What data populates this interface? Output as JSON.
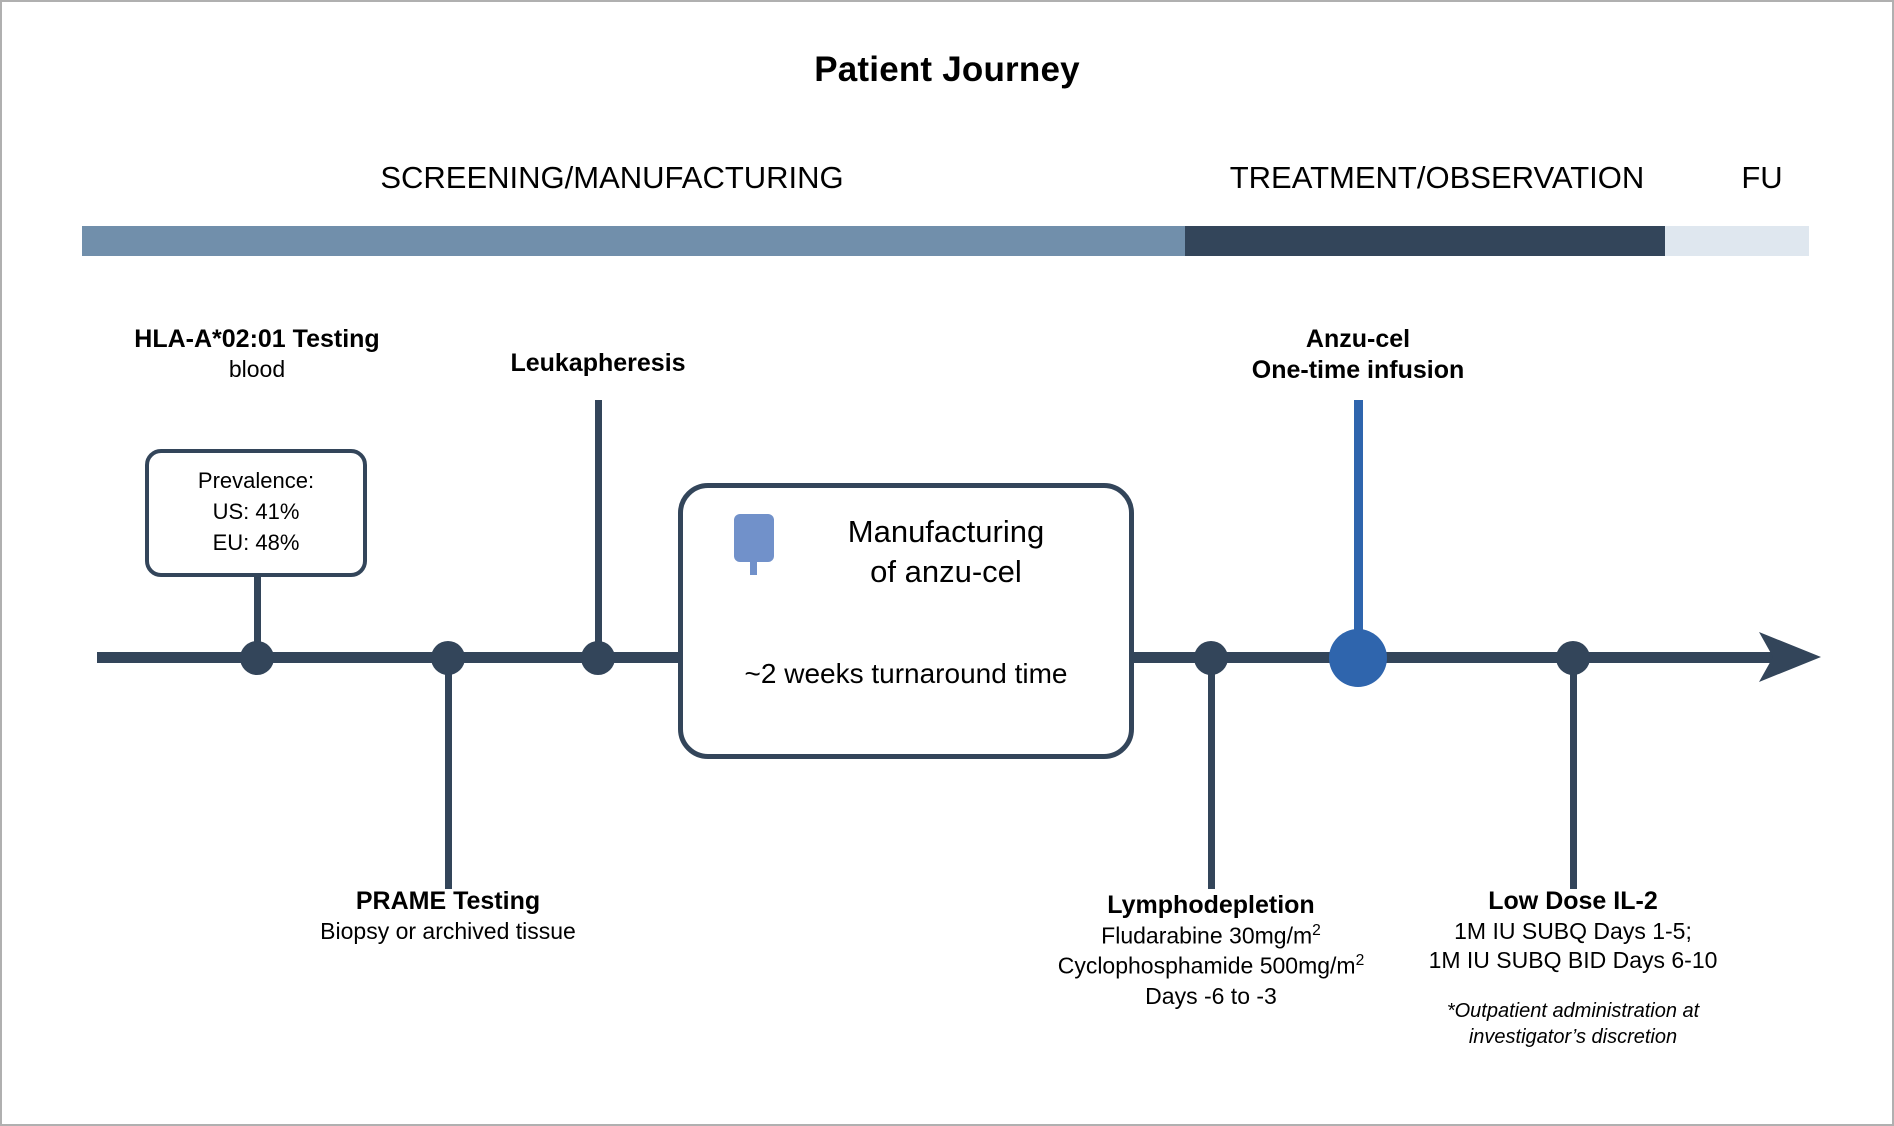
{
  "title": "Patient Journey",
  "colors": {
    "screening_bar": "#718fab",
    "treatment_bar": "#33455a",
    "followup_bar": "#dfe7ef",
    "timeline": "#33455a",
    "infusion_accent": "#2f65ad",
    "iv_bag_icon": "#7191ca",
    "border": "#b0b0b0"
  },
  "phases": [
    {
      "label": "SCREENING/MANUFACTURING",
      "bar_color": "#718fab"
    },
    {
      "label": "TREATMENT/OBSERVATION",
      "bar_color": "#33455a"
    },
    {
      "label": "FU",
      "bar_color": "#dfe7ef"
    }
  ],
  "milestones": {
    "hla_testing": {
      "title": "HLA-A*02:01 Testing",
      "subtitle": "blood"
    },
    "prame_testing": {
      "title": "PRAME Testing",
      "subtitle": "Biopsy or archived tissue"
    },
    "leukapheresis": {
      "title": "Leukapheresis"
    },
    "anzu_cel": {
      "title_line1": "Anzu-cel",
      "title_line2": "One-time infusion"
    },
    "lymphodepletion": {
      "title": "Lymphodepletion",
      "line1_text": "Fludarabine 30mg/m",
      "line1_sup": "2",
      "line2_text": "Cyclophosphamide 500mg/m",
      "line2_sup": "2",
      "line3": "Days -6 to -3"
    },
    "low_dose_il2": {
      "title": "Low Dose IL-2",
      "line1": "1M IU SUBQ Days 1-5;",
      "line2": "1M IU SUBQ BID Days 6-10",
      "footnote_line1": "*Outpatient administration at",
      "footnote_line2": "investigator’s discretion"
    }
  },
  "prevalence_box": {
    "heading": "Prevalence:",
    "us": "US: 41%",
    "eu": "EU: 48%"
  },
  "manufacturing_box": {
    "heading_line1": "Manufacturing",
    "heading_line2": "of anzu-cel",
    "turnaround": "~2 weeks turnaround time",
    "icon": "iv-bag-icon"
  }
}
